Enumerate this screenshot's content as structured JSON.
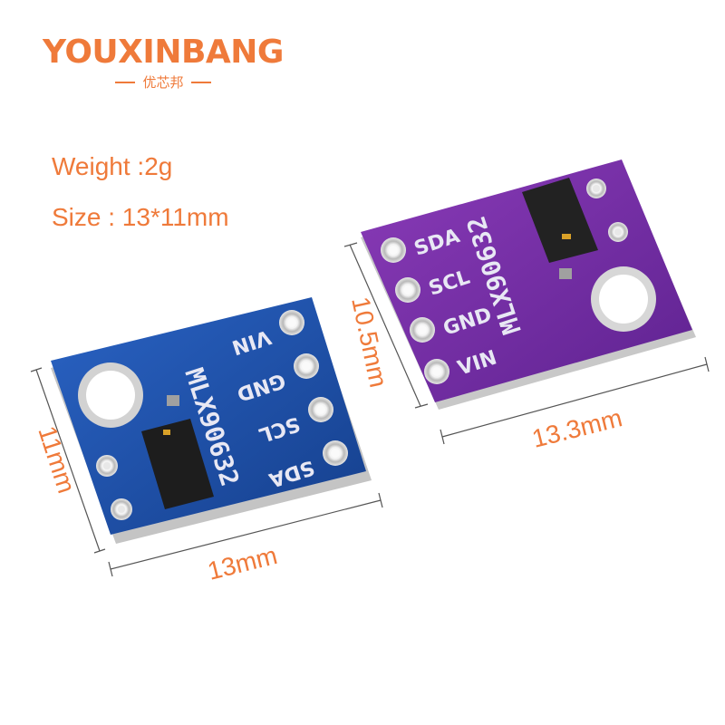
{
  "brand": {
    "name": "YOUXINBANG",
    "subtitle": "优芯邦"
  },
  "specs": {
    "weight": "Weight :2g",
    "size": "Size : 13*11mm"
  },
  "boards": {
    "blue": {
      "color": "#1e4fa8",
      "silkscreen": "MLX90632",
      "pins": [
        "VIN",
        "GND",
        "SCL",
        "SDA"
      ],
      "dim_width": "13mm",
      "dim_height": "11mm"
    },
    "purple": {
      "color": "#7b2fa6",
      "silkscreen": "MLX90632",
      "pins": [
        "SDA",
        "SCL",
        "GND",
        "VIN"
      ],
      "dim_width": "13.3mm",
      "dim_height": "10.5mm"
    }
  },
  "colors": {
    "accent": "#ef7a3a"
  }
}
